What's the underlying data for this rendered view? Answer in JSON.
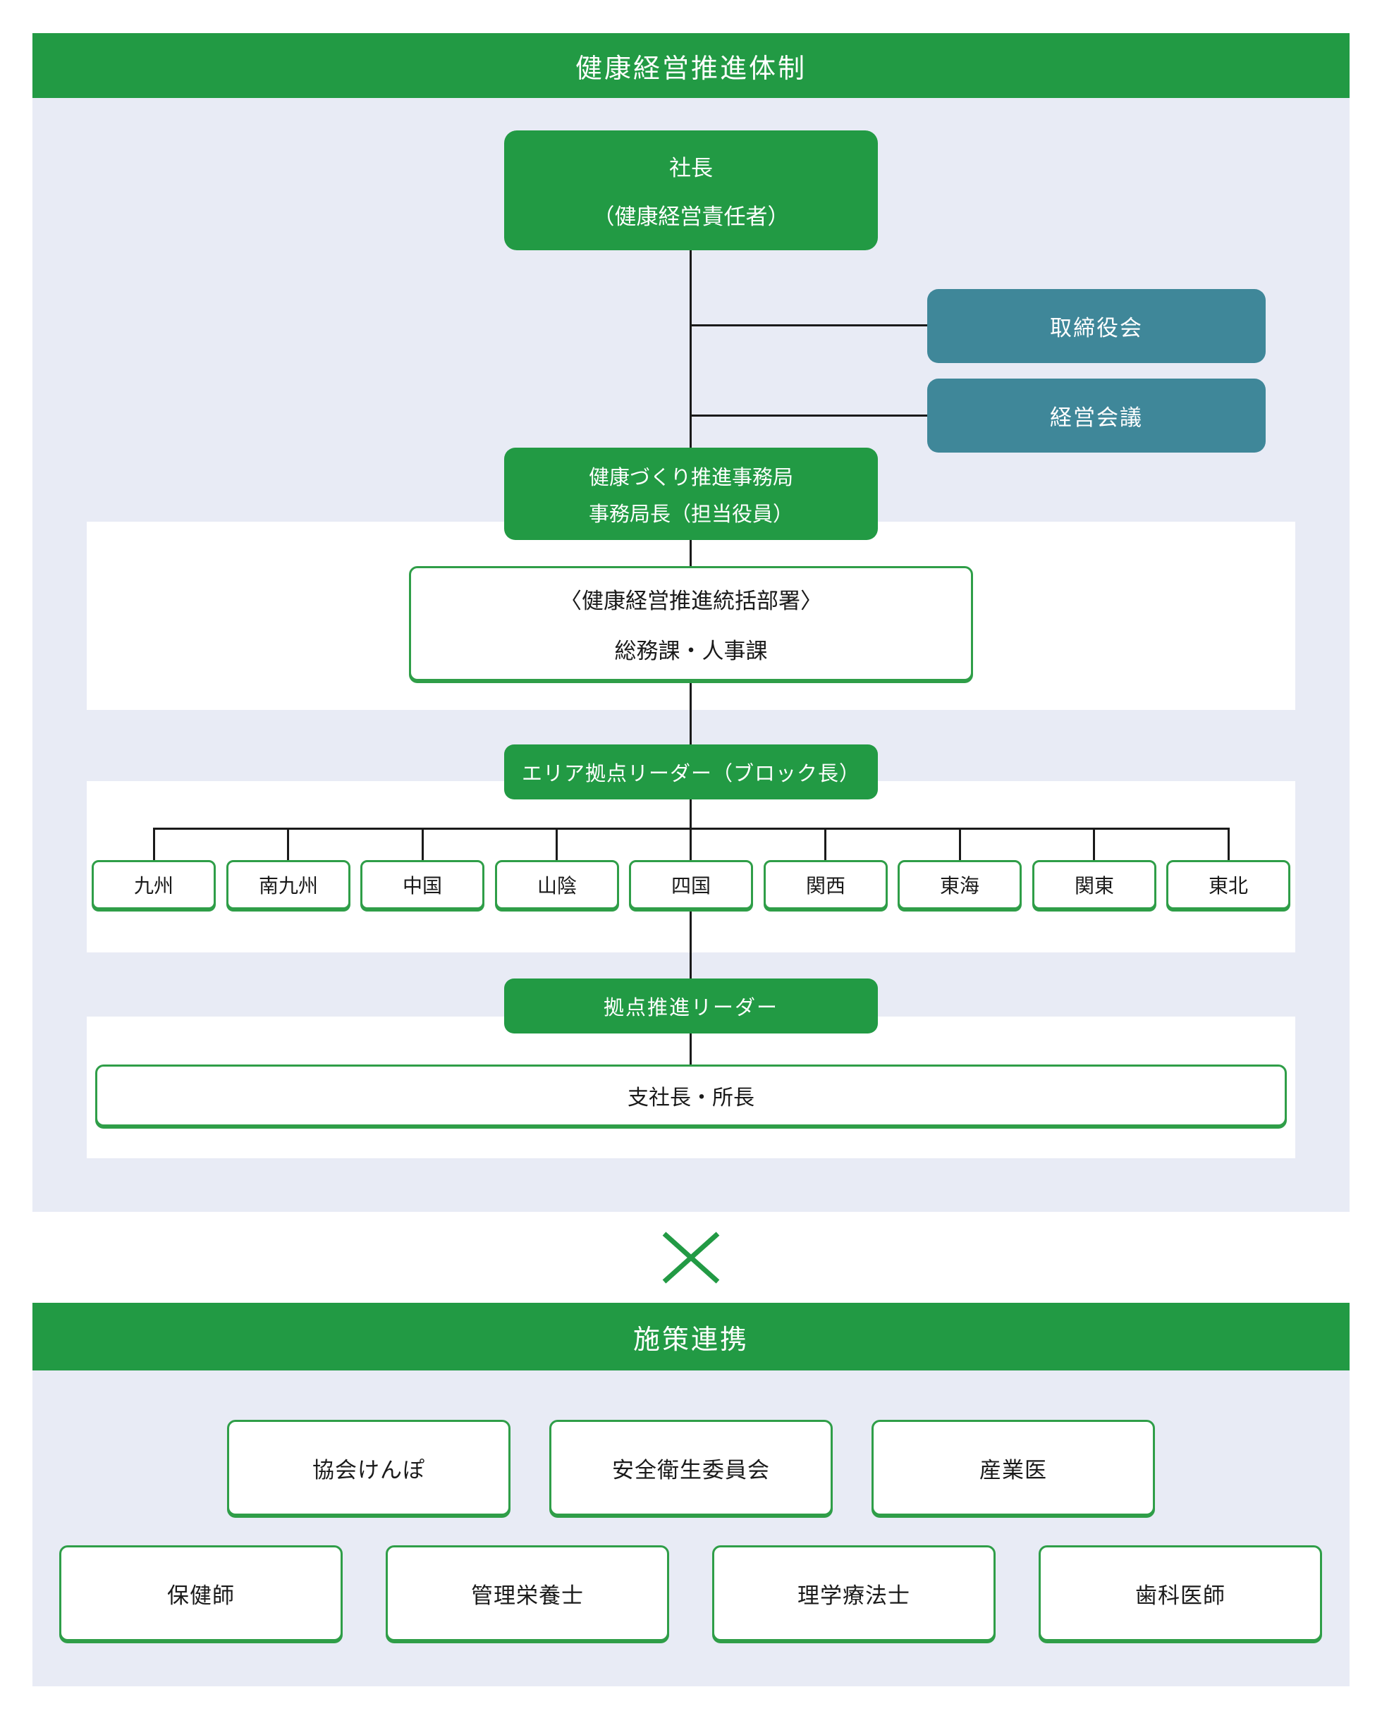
{
  "colors": {
    "green": "#229a44",
    "green_border": "#2f9e48",
    "teal": "#3f8799",
    "panel_background": "#e8ebf5",
    "connector_line": "#1a1a1a"
  },
  "section1": {
    "banner": "健康経営推進体制",
    "president": {
      "line1": "社長",
      "line2": "（健康経営責任者）"
    },
    "board": "取締役会",
    "management_meeting": "経営会議",
    "office": {
      "line1": "健康づくり推進事務局",
      "line2": "事務局長（担当役員）"
    },
    "control_department": {
      "line1": "〈健康経営推進統括部署〉",
      "line2": "総務課・人事課"
    },
    "area_leader": "エリア拠点リーダー（ブロック長）",
    "regions": [
      "九州",
      "南九州",
      "中国",
      "山陰",
      "四国",
      "関西",
      "東海",
      "関東",
      "東北"
    ],
    "site_leader": "拠点推進リーダー",
    "branch_heads": "支社長・所長"
  },
  "divider": {
    "icon": "cross-icon"
  },
  "section2": {
    "banner": "施策連携",
    "row1": [
      "協会けんぽ",
      "安全衛生委員会",
      "産業医"
    ],
    "row2": [
      "保健師",
      "管理栄養士",
      "理学療法士",
      "歯科医師"
    ]
  }
}
